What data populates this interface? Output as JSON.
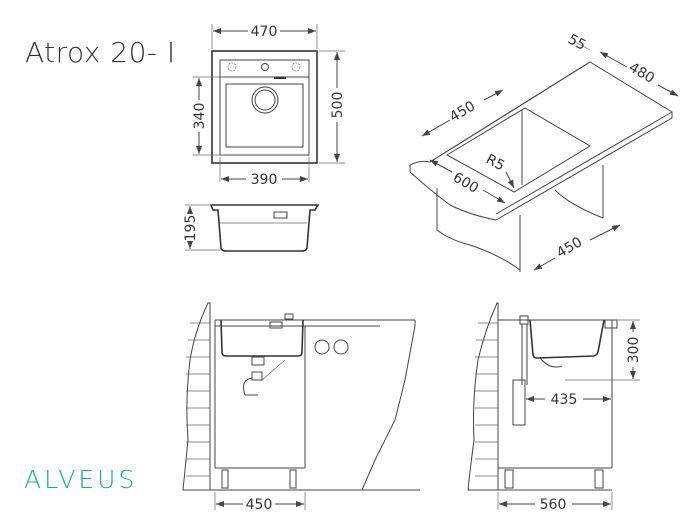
{
  "product": {
    "title": "Atrox 20- I",
    "brand": "ALVEUS",
    "brand_color": "#1aa3b0"
  },
  "top_view": {
    "width_outer": "470",
    "height_outer": "500",
    "bowl_height": "340",
    "bowl_width": "390"
  },
  "side_section": {
    "depth": "195"
  },
  "isometric_view": {
    "rim": "55",
    "depth_total": "480",
    "bowl_length": "450",
    "radius": "R5",
    "countertop_width": "600",
    "cabinet_width": "450"
  },
  "front_install": {
    "cabinet_width": "450"
  },
  "side_install": {
    "bowl_depth": "300",
    "drain_offset": "435",
    "cabinet_depth": "560"
  }
}
